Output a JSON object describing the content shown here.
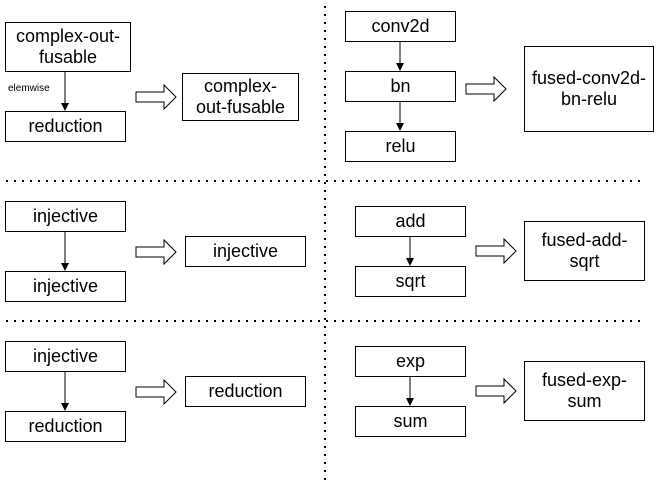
{
  "cells": {
    "top_left": {
      "src_top": "complex-out-\nfusable",
      "edge_label": "elemwise",
      "src_bottom": "reduction",
      "result": "complex-\nout-fusable"
    },
    "top_right": {
      "node1": "conv2d",
      "node2": "bn",
      "node3": "relu",
      "result": "fused-conv2d-\nbn-relu"
    },
    "mid_left": {
      "src_top": "injective",
      "src_bottom": "injective",
      "result": "injective"
    },
    "mid_right": {
      "src_top": "add",
      "src_bottom": "sqrt",
      "result": "fused-add-\nsqrt"
    },
    "bottom_left": {
      "src_top": "injective",
      "src_bottom": "reduction",
      "result": "reduction"
    },
    "bottom_right": {
      "src_top": "exp",
      "src_bottom": "sum",
      "result": "fused-exp-\nsum"
    }
  }
}
